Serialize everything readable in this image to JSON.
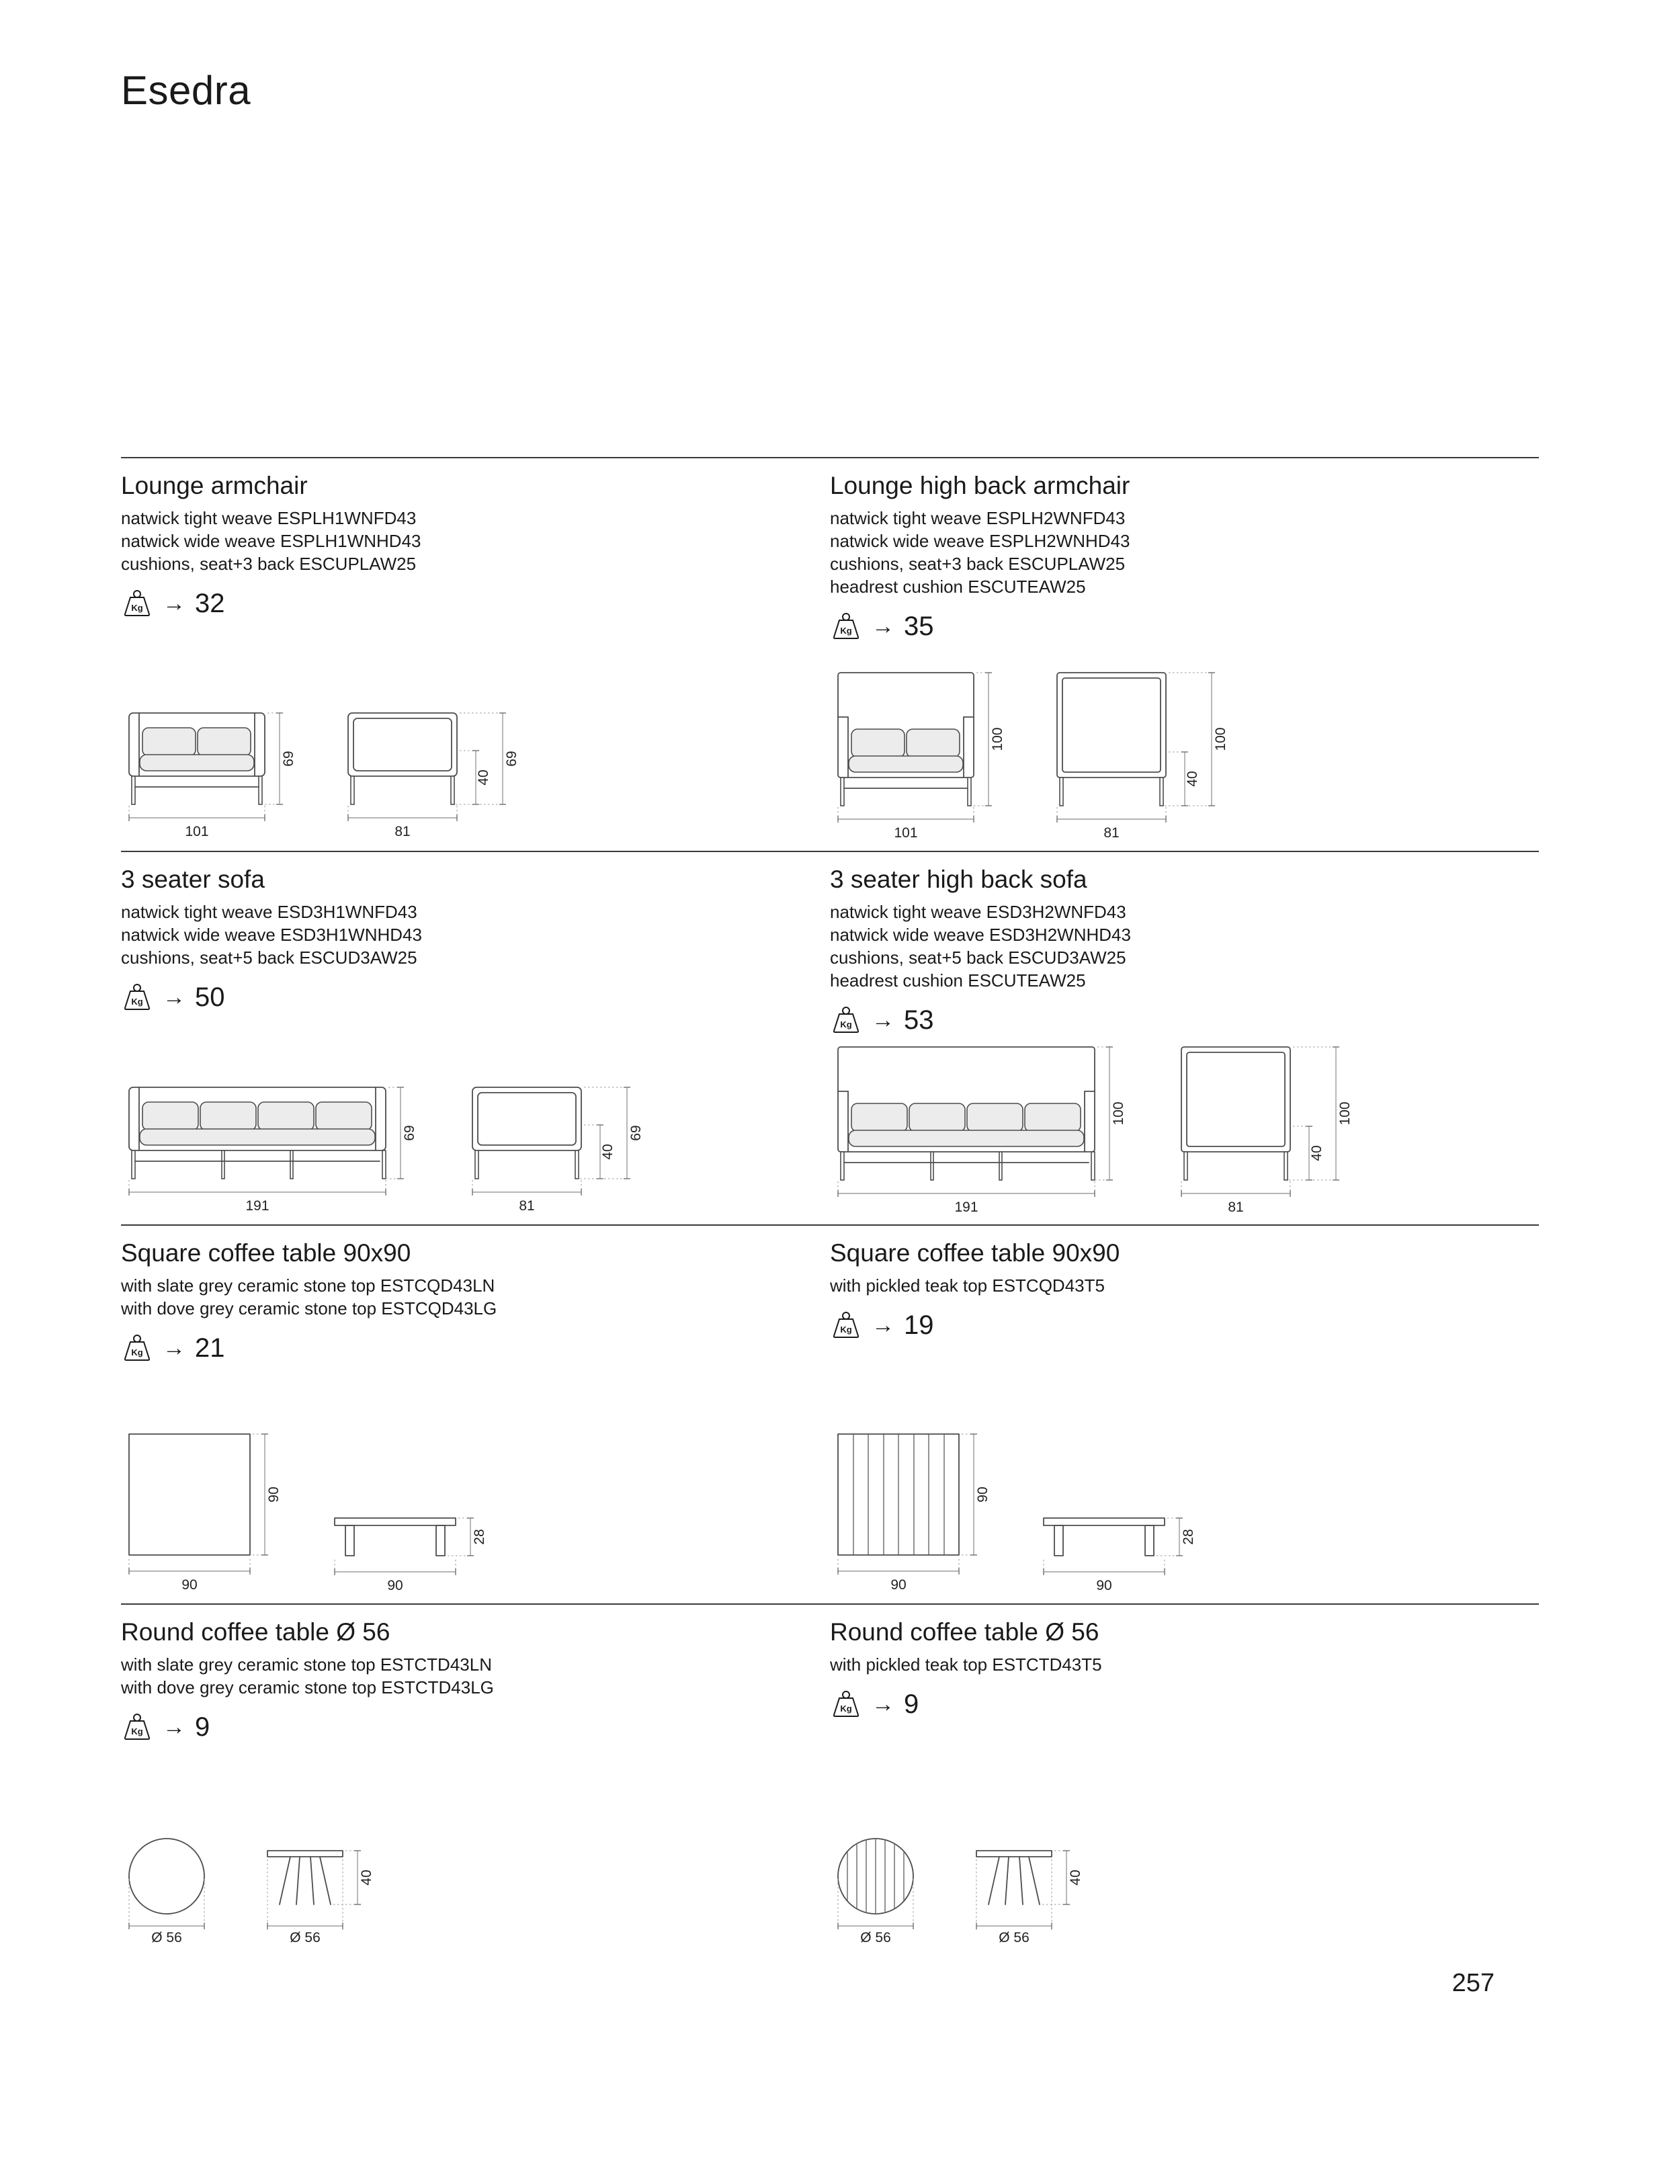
{
  "page": {
    "title": "Esedra",
    "number": "257"
  },
  "glyphs": {
    "arrow": "→",
    "kg_unit": "Kg"
  },
  "products": [
    {
      "title": "Lounge armchair",
      "desc": [
        "natwick tight weave ESPLH1WNFD43",
        "natwick wide weave ESPLH1WNHD43",
        "cushions, seat+3 back ESCUPLAW25"
      ],
      "weight": "32",
      "dims": {
        "front_w": "101",
        "front_h": "69",
        "side_w": "81",
        "side_h": "69",
        "seat_h": "40"
      }
    },
    {
      "title": "Lounge high back armchair",
      "desc": [
        "natwick tight weave ESPLH2WNFD43",
        "natwick wide weave ESPLH2WNHD43",
        "cushions, seat+3 back ESCUPLAW25",
        "headrest cushion ESCUTEAW25"
      ],
      "weight": "35",
      "dims": {
        "front_w": "101",
        "front_h": "100",
        "side_w": "81",
        "side_h": "100",
        "seat_h": "40"
      }
    },
    {
      "title": "3 seater sofa",
      "desc": [
        "natwick tight weave ESD3H1WNFD43",
        "natwick wide weave ESD3H1WNHD43",
        "cushions, seat+5 back ESCUD3AW25"
      ],
      "weight": "50",
      "dims": {
        "front_w": "191",
        "front_h": "69",
        "side_w": "81",
        "side_h": "69",
        "seat_h": "40"
      }
    },
    {
      "title": "3 seater high back sofa",
      "desc": [
        "natwick tight weave ESD3H2WNFD43",
        "natwick wide weave ESD3H2WNHD43",
        "cushions, seat+5 back ESCUD3AW25",
        "headrest cushion ESCUTEAW25"
      ],
      "weight": "53",
      "dims": {
        "front_w": "191",
        "front_h": "100",
        "side_w": "81",
        "side_h": "100",
        "seat_h": "40"
      }
    },
    {
      "title": "Square coffee table 90x90",
      "desc": [
        "with slate grey ceramic stone top ESTCQD43LN",
        "with dove grey ceramic stone top ESTCQD43LG"
      ],
      "weight": "21",
      "dims": {
        "top_w": "90",
        "top_d": "90",
        "side_w": "90",
        "side_h": "28"
      }
    },
    {
      "title": "Square coffee table 90x90",
      "desc": [
        "with pickled teak top ESTCQD43T5"
      ],
      "weight": "19",
      "dims": {
        "top_w": "90",
        "top_d": "90",
        "side_w": "90",
        "side_h": "28"
      }
    },
    {
      "title": "Round coffee table Ø 56",
      "desc": [
        "with slate grey ceramic stone top ESTCTD43LN",
        "with dove grey ceramic stone top ESTCTD43LG"
      ],
      "weight": "9",
      "dims": {
        "top_d": "Ø 56",
        "side_d": "Ø 56",
        "side_h": "40"
      }
    },
    {
      "title": "Round coffee table Ø 56",
      "desc": [
        "with pickled teak top ESTCTD43T5"
      ],
      "weight": "9",
      "dims": {
        "top_d": "Ø 56",
        "side_d": "Ø 56",
        "side_h": "40"
      }
    }
  ]
}
